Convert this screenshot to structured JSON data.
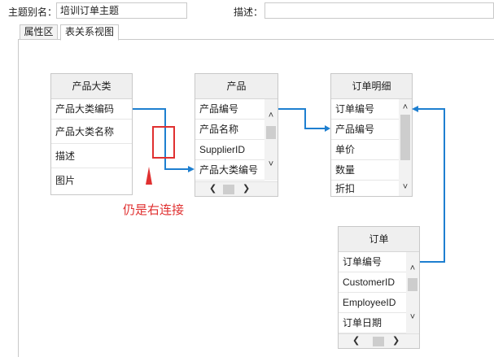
{
  "form": {
    "alias_label": "主题别名：",
    "alias_value": "培训订单主题",
    "desc_label": "描述：",
    "desc_value": ""
  },
  "tabs": [
    {
      "label": "属性区",
      "active": false
    },
    {
      "label": "表关系视图",
      "active": true
    }
  ],
  "tables": {
    "product_category": {
      "title": "产品大类",
      "fields": [
        "产品大类编码",
        "产品大类名称",
        "描述",
        "图片"
      ]
    },
    "product": {
      "title": "产品",
      "fields": [
        "产品编号",
        "产品名称",
        "SupplierID",
        "产品大类编号"
      ]
    },
    "order_detail": {
      "title": "订单明细",
      "fields": [
        "订单编号",
        "产品编号",
        "单价",
        "数量",
        "折扣"
      ]
    },
    "order": {
      "title": "订单",
      "fields": [
        "订单编号",
        "CustomerID",
        "EmployeeID",
        "订单日期"
      ]
    }
  },
  "annotation": {
    "text": "仍是右连接",
    "color": "#e03030"
  },
  "colors": {
    "relation_line": "#1e7fd0",
    "annotation": "#e03030"
  }
}
